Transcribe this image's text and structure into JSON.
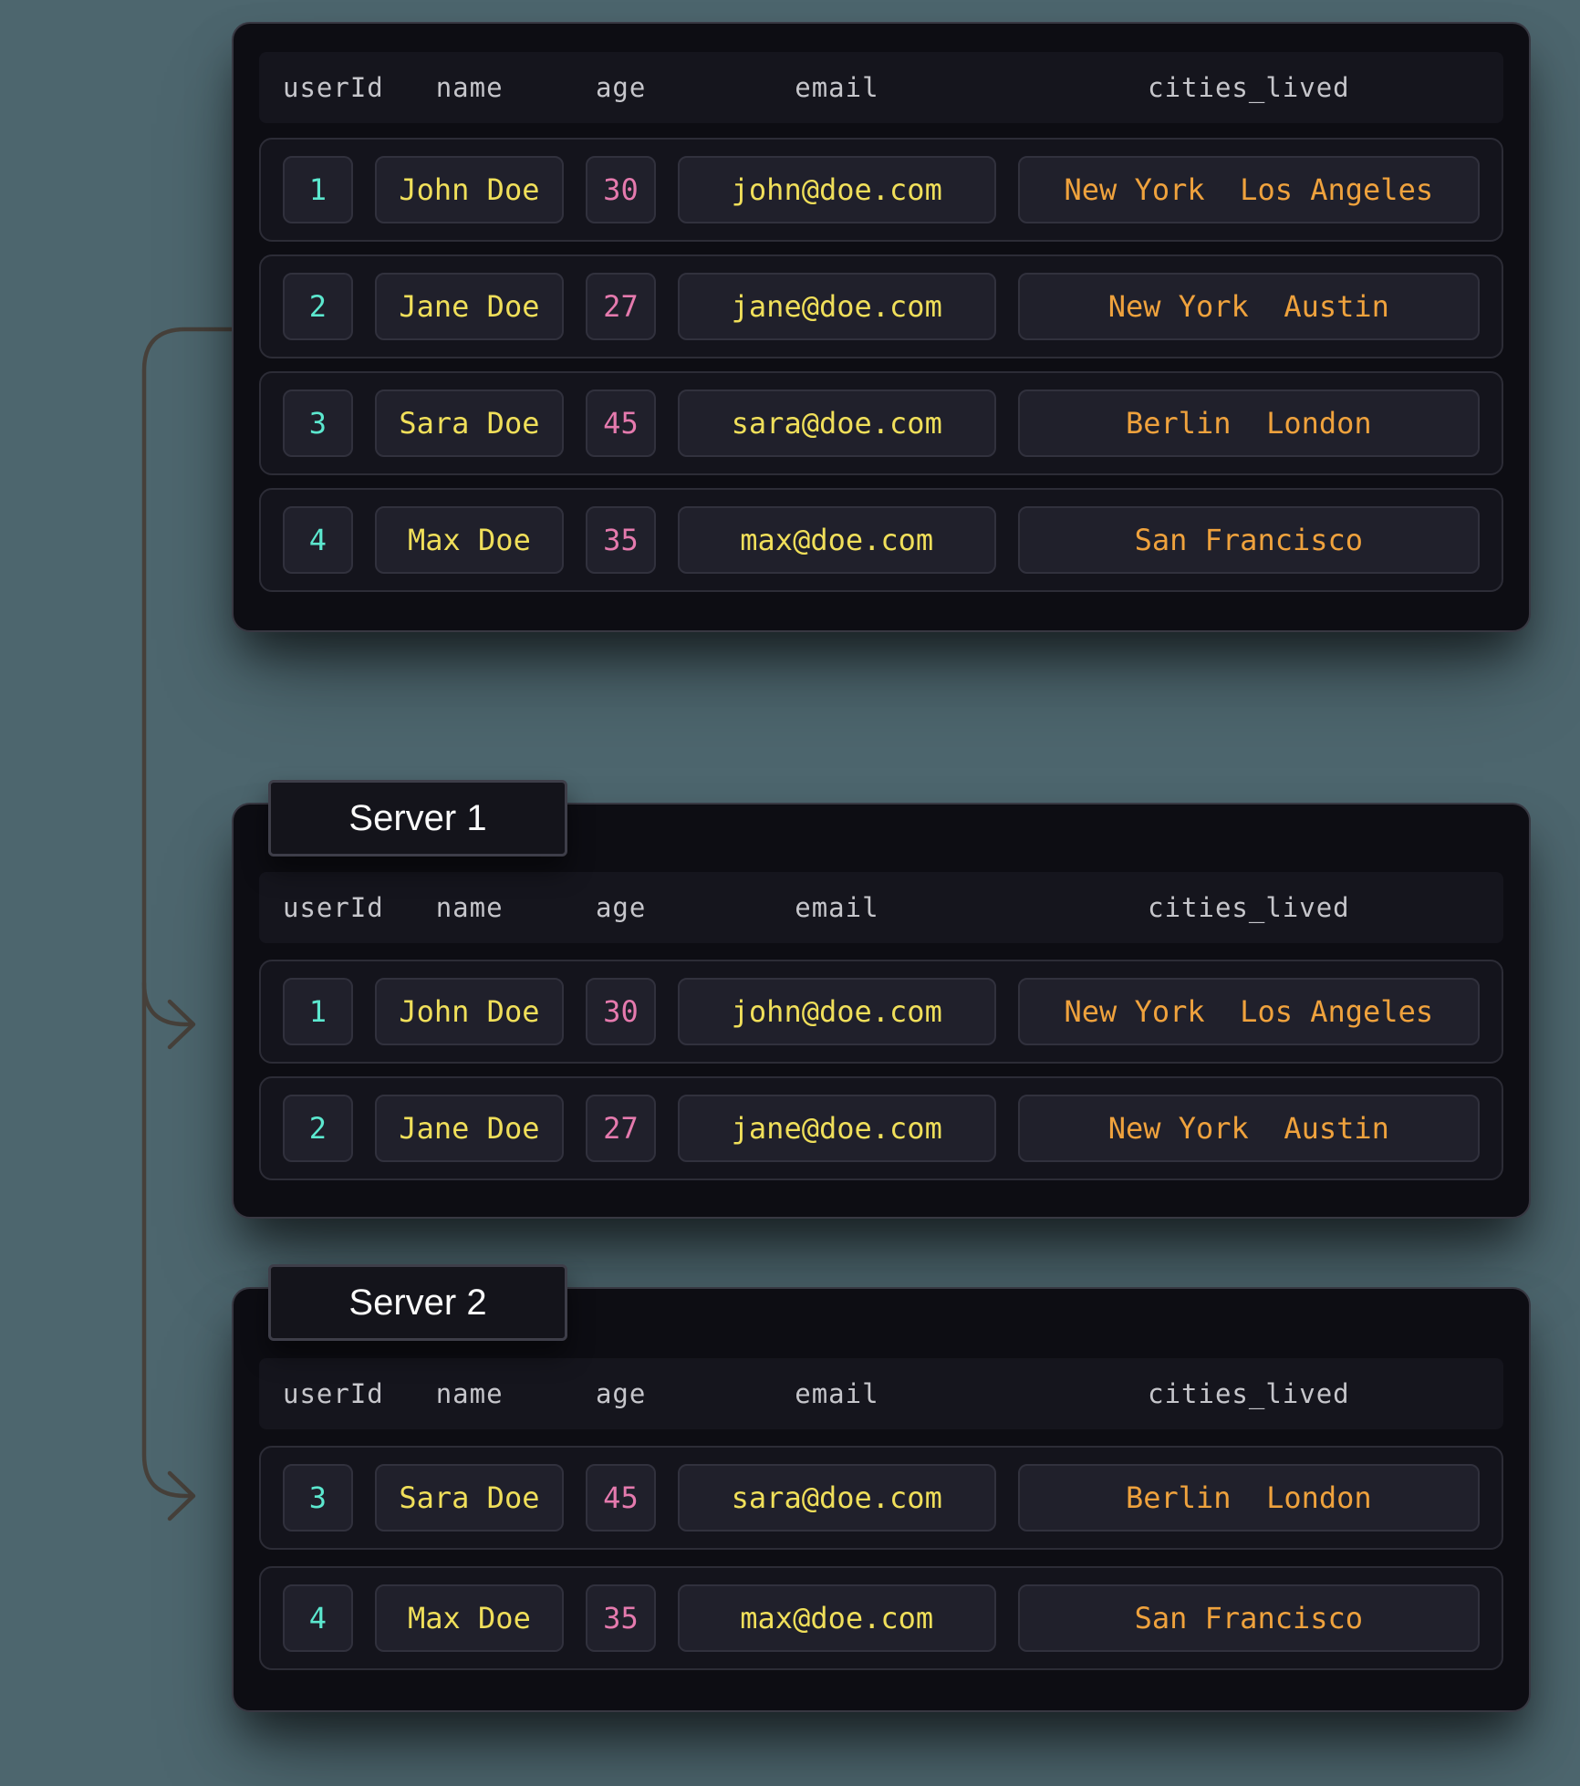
{
  "columns": [
    "userId",
    "name",
    "age",
    "email",
    "cities_lived"
  ],
  "rows": [
    {
      "userId": "1",
      "name": "John Doe",
      "age": "30",
      "email": "john@doe.com",
      "cities_lived": "New York  Los Angeles"
    },
    {
      "userId": "2",
      "name": "Jane Doe",
      "age": "27",
      "email": "jane@doe.com",
      "cities_lived": "New York  Austin"
    },
    {
      "userId": "3",
      "name": "Sara Doe",
      "age": "45",
      "email": "sara@doe.com",
      "cities_lived": "Berlin  London"
    },
    {
      "userId": "4",
      "name": "Max Doe",
      "age": "35",
      "email": "max@doe.com",
      "cities_lived": "San Francisco"
    }
  ],
  "tables": {
    "main": {
      "row_indices": [
        0,
        1,
        2,
        3
      ]
    },
    "server1": {
      "label": "Server 1",
      "row_indices": [
        0,
        1
      ]
    },
    "server2": {
      "label": "Server 2",
      "row_indices": [
        2,
        3
      ]
    }
  },
  "colors": {
    "background": "#4d666e",
    "panel": "#0d0d13",
    "header_text": "#c6c6cb",
    "userId_text": "#5ce8cf",
    "name_text": "#f0df5a",
    "age_text": "#e57aae",
    "email_text": "#f0df5a",
    "cities_text": "#efa23d",
    "tag_text": "#fafafa",
    "arrow": "#46403a"
  }
}
